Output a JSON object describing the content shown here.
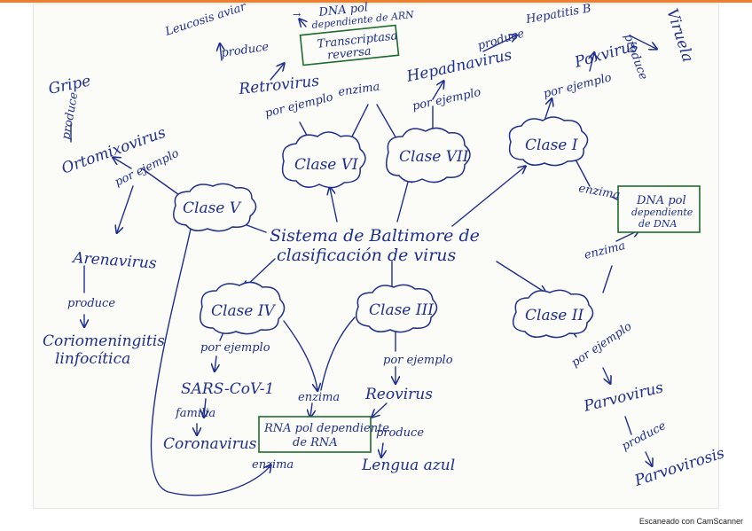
{
  "center": [
    "Sistema de Baltimore de",
    "clasificación de virus"
  ],
  "classes": {
    "I": "Clase I",
    "II": "Clase II",
    "III": "Clase III",
    "IV": "Clase IV",
    "V": "Clase V",
    "VI": "Clase VI",
    "VII": "Clase VII"
  },
  "labels": {
    "por_ejemplo": "por ejemplo",
    "produce": "produce",
    "enzima": "enzima",
    "familia": "familia",
    "arrow_glyph": "→"
  },
  "class_v": {
    "example_1": "Ortomixovirus",
    "disease_1": "Gripe",
    "example_2": "Arenavirus",
    "disease_2": [
      "Coriomeningitis",
      "linfocítica"
    ]
  },
  "class_vi": {
    "example": "Retrovirus",
    "disease": "Leucosis aviar",
    "enzyme_box": [
      "Transcriptasa",
      "reversa"
    ],
    "note": [
      "DNA pol",
      "dependiente de ARN"
    ]
  },
  "class_vii": {
    "example": "Hepadnavirus",
    "disease": "Hepatitis B"
  },
  "class_i": {
    "example": "Poxvirus",
    "disease": "Viruela",
    "enzyme_box": [
      "DNA pol",
      "dependiente",
      "de DNA"
    ]
  },
  "class_ii": {
    "example": "Parvovirus",
    "disease": "Parvovirosis"
  },
  "class_iii": {
    "example": "Reovirus",
    "disease": "Lengua azul"
  },
  "class_iv": {
    "example": "SARS-CoV-1",
    "family": "Coronavirus"
  },
  "shared_box": [
    "RNA pol dependiente",
    "de RNA"
  ],
  "footer": "Escaneado con CamScanner"
}
